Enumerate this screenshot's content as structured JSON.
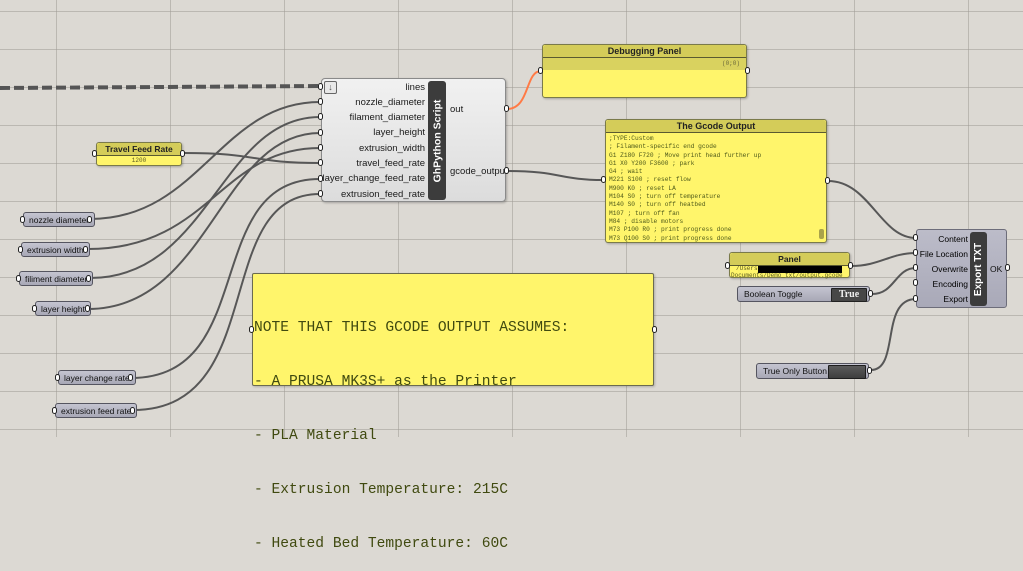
{
  "canvas": {
    "background": "#dcd9d3",
    "panel_color": "#fff56b",
    "wire_color": "#575757",
    "selected_wire_color": "#ff7a45"
  },
  "script_component": {
    "title": "GhPython Script",
    "inputs": [
      "lines",
      "nozzle_diameter",
      "filament_diameter",
      "layer_height",
      "extrusion_width",
      "travel_feed_rate",
      "layer_change_feed_rate",
      "extrusion_feed_rate"
    ],
    "outputs": [
      "out",
      "gcode_output"
    ],
    "menu_icon": "down-arrow-icon"
  },
  "debug_panel": {
    "title": "Debugging Panel",
    "index": "(0;0)"
  },
  "gcode_panel": {
    "title": "The Gcode Output",
    "lines": [
      ";TYPE:Custom",
      "; Filament-specific end gcode",
      "G1 Z180 F720 ; Move print head further up",
      "G1 X0 Y200 F3600 ; park",
      "G4 ; wait",
      "M221 S100 ; reset flow",
      "M900 K0 ; reset LA",
      "M104 S0 ; turn off temperature",
      "M140 S0 ; turn off heatbed",
      "M107 ; turn off fan",
      "M84 ; disable motors",
      "M73 P100 R0 ; print progress done",
      "M73 Q100 S0 ; print progress done"
    ]
  },
  "travel_panel": {
    "title": "Travel Feed Rate",
    "value": "1200"
  },
  "path_panel": {
    "title": "Panel",
    "value_prefix": "/Users",
    "value_suffix": "Documents/Demo_txt/output.gcode"
  },
  "params": [
    {
      "label": "nozzle diameter"
    },
    {
      "label": "extrusion width"
    },
    {
      "label": "filiment diameter"
    },
    {
      "label": "layer height"
    },
    {
      "label": "layer change rate"
    },
    {
      "label": "extrusion feed rate"
    }
  ],
  "note": {
    "lines": [
      "NOTE THAT THIS GCODE OUTPUT ASSUMES:",
      "- A PRUSA MK3S+ as the Printer",
      "- PLA Material",
      "- Extrusion Temperature: 215C",
      "- Heated Bed Temperature: 60C"
    ]
  },
  "boolean_toggle": {
    "label": "Boolean Toggle",
    "value": "True"
  },
  "button": {
    "label": "True Only Button"
  },
  "export_component": {
    "title": "Export TXT",
    "inputs": [
      "Content",
      "File Location",
      "Overwrite",
      "Encoding",
      "Export"
    ],
    "outputs": [
      "OK"
    ]
  }
}
